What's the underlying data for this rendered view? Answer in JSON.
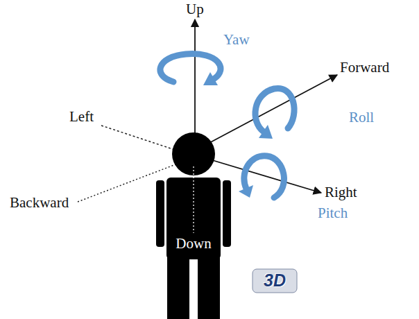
{
  "diagram": {
    "labels": [
      "Up",
      "Yaw",
      "Forward",
      "Roll",
      "Left",
      "Backward",
      "Right",
      "Pitch",
      "Down",
      "3D"
    ]
  }
}
